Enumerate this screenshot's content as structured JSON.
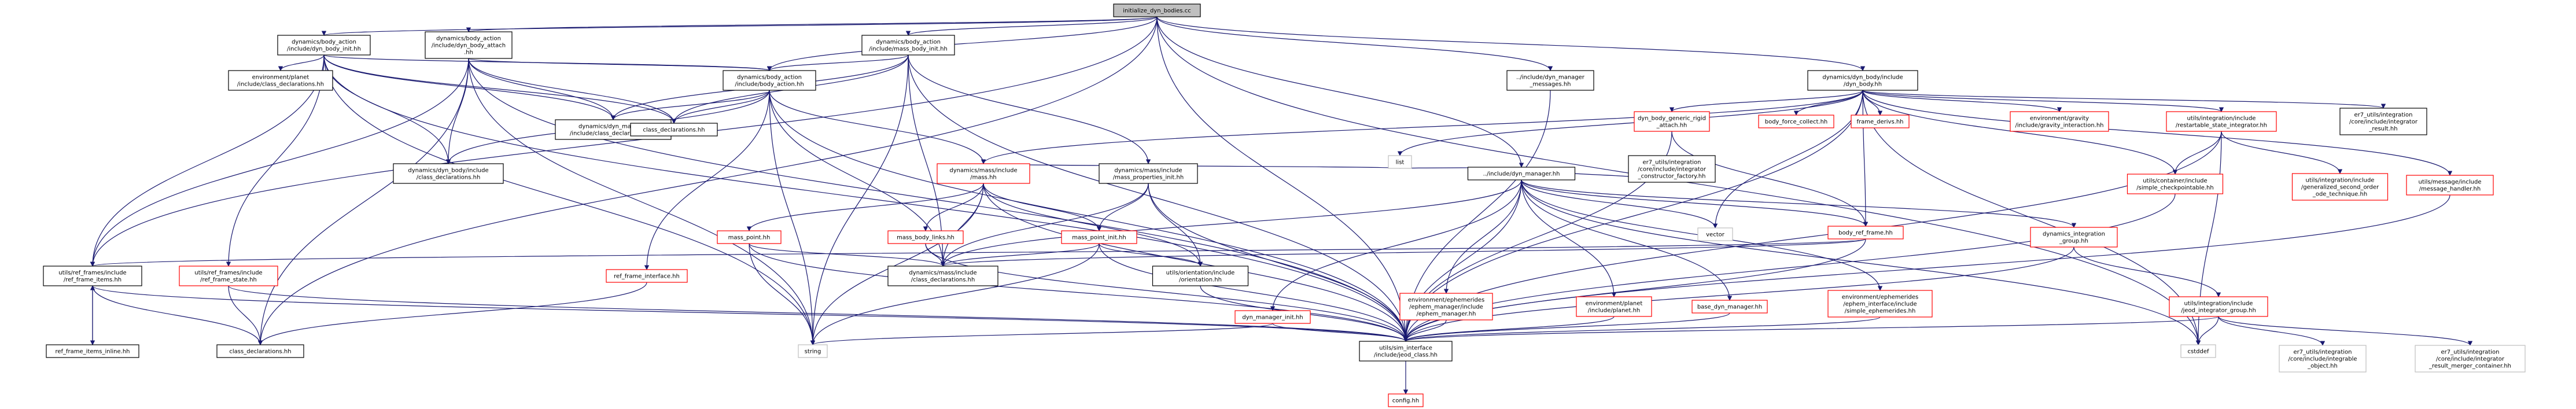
{
  "colors": {
    "edge": "#191970",
    "node_border_default": "#000000",
    "node_border_unresolved": "#bfbfbf",
    "node_border_documented": "#ff0000",
    "root_fill": "#bfbfbf",
    "text": "#000000"
  },
  "nodes": {
    "root": {
      "lines": [
        "initialize_dyn_bodies.cc"
      ],
      "kind": "root"
    },
    "dyn_body_init": {
      "lines": [
        "dynamics/body_action",
        "/include/dyn_body_init.hh"
      ],
      "kind": "plain"
    },
    "dyn_body_attach": {
      "lines": [
        "dynamics/body_action",
        "/include/dyn_body_attach",
        ".hh"
      ],
      "kind": "plain"
    },
    "mass_body_init": {
      "lines": [
        "dynamics/body_action",
        "/include/mass_body_init.hh"
      ],
      "kind": "plain"
    },
    "dyn_manager_messages": {
      "lines": [
        "../include/dyn_manager",
        "_messages.hh"
      ],
      "kind": "plain"
    },
    "dyn_body_hh": {
      "lines": [
        "dynamics/dyn_body/include",
        "/dyn_body.hh"
      ],
      "kind": "plain"
    },
    "env_planet_class_decl": {
      "lines": [
        "environment/planet",
        "/include/class_declarations.hh"
      ],
      "kind": "plain"
    },
    "body_action_hh": {
      "lines": [
        "dynamics/body_action",
        "/include/body_action.hh"
      ],
      "kind": "plain"
    },
    "dyn_manager_hh": {
      "lines": [
        "../include/dyn_manager.hh"
      ],
      "kind": "plain"
    },
    "dyn_manager_class_decl": {
      "lines": [
        "dynamics/dyn_manager",
        "/include/class_declarations.hh"
      ],
      "kind": "plain"
    },
    "class_declarations_hh": {
      "lines": [
        "class_declarations.hh"
      ],
      "kind": "plain"
    },
    "mass_hh": {
      "lines": [
        "dynamics/mass/include",
        "/mass.hh"
      ],
      "kind": "doc"
    },
    "mass_properties_init": {
      "lines": [
        "dynamics/mass/include",
        "/mass_properties_init.hh"
      ],
      "kind": "plain"
    },
    "list": {
      "lines": [
        "list"
      ],
      "kind": "ext"
    },
    "er7_constructor_factory": {
      "lines": [
        "er7_utils/integration",
        "/core/include/integrator",
        "_constructor_factory.hh"
      ],
      "kind": "plain"
    },
    "dyn_body_generic_rigid": {
      "lines": [
        "dyn_body_generic_rigid",
        "_attach.hh"
      ],
      "kind": "doc"
    },
    "body_force_collect": {
      "lines": [
        "body_force_collect.hh"
      ],
      "kind": "doc"
    },
    "frame_derivs": {
      "lines": [
        "frame_derivs.hh"
      ],
      "kind": "doc"
    },
    "env_gravity_interaction": {
      "lines": [
        "environment/gravity",
        "/include/gravity_interaction.hh"
      ],
      "kind": "doc"
    },
    "restartable_state_integrator": {
      "lines": [
        "utils/integration/include",
        "/restartable_state_integrator.hh"
      ],
      "kind": "doc"
    },
    "er7_integrator_result": {
      "lines": [
        "er7_utils/integration",
        "/core/include/integrator",
        "_result.hh"
      ],
      "kind": "plain"
    },
    "dyn_body_class_decl": {
      "lines": [
        "dynamics/dyn_body/include",
        "/class_declarations.hh"
      ],
      "kind": "plain"
    },
    "mass_point": {
      "lines": [
        "mass_point.hh"
      ],
      "kind": "doc"
    },
    "mass_body_links": {
      "lines": [
        "mass_body_links.hh"
      ],
      "kind": "doc"
    },
    "mass_point_init": {
      "lines": [
        "mass_point_init.hh"
      ],
      "kind": "doc"
    },
    "vector": {
      "lines": [
        "vector"
      ],
      "kind": "ext"
    },
    "body_ref_frame": {
      "lines": [
        "body_ref_frame.hh"
      ],
      "kind": "doc"
    },
    "dyn_integration_group": {
      "lines": [
        "dynamics_integration",
        "_group.hh"
      ],
      "kind": "doc"
    },
    "simple_checkpointable": {
      "lines": [
        "utils/container/include",
        "/simple_checkpointable.hh"
      ],
      "kind": "doc"
    },
    "generalized_second_order": {
      "lines": [
        "utils/integration/include",
        "/generalized_second_order",
        "_ode_technique.hh"
      ],
      "kind": "doc"
    },
    "message_handler": {
      "lines": [
        "utils/message/include",
        "/message_handler.hh"
      ],
      "kind": "doc"
    },
    "ref_frame_items": {
      "lines": [
        "utils/ref_frames/include",
        "/ref_frame_items.hh"
      ],
      "kind": "plain"
    },
    "ref_frame_state": {
      "lines": [
        "utils/ref_frames/include",
        "/ref_frame_state.hh"
      ],
      "kind": "doc"
    },
    "ref_frame_interface": {
      "lines": [
        "ref_frame_interface.hh"
      ],
      "kind": "doc"
    },
    "mass_class_decl": {
      "lines": [
        "dynamics/mass/include",
        "/class_declarations.hh"
      ],
      "kind": "plain"
    },
    "orientation": {
      "lines": [
        "utils/orientation/include",
        "/orientation.hh"
      ],
      "kind": "plain"
    },
    "dyn_manager_init": {
      "lines": [
        "dyn_manager_init.hh"
      ],
      "kind": "doc"
    },
    "ephem_manager": {
      "lines": [
        "environment/ephemerides",
        "/ephem_manager/include",
        "/ephem_manager.hh"
      ],
      "kind": "doc"
    },
    "env_planet_hh": {
      "lines": [
        "environment/planet",
        "/include/planet.hh"
      ],
      "kind": "doc"
    },
    "base_dyn_manager": {
      "lines": [
        "base_dyn_manager.hh"
      ],
      "kind": "doc"
    },
    "simple_ephemerides": {
      "lines": [
        "environment/ephemerides",
        "/ephem_interface/include",
        "/simple_ephemerides.hh"
      ],
      "kind": "doc"
    },
    "jeod_integrator_group": {
      "lines": [
        "utils/integration/include",
        "/jeod_integrator_group.hh"
      ],
      "kind": "doc"
    },
    "ref_frame_items_inline": {
      "lines": [
        "ref_frame_items_inline.hh"
      ],
      "kind": "plain"
    },
    "class_declarations_hh_2": {
      "lines": [
        "class_declarations.hh"
      ],
      "kind": "plain"
    },
    "string": {
      "lines": [
        "string"
      ],
      "kind": "ext"
    },
    "jeod_class": {
      "lines": [
        "utils/sim_interface",
        "/include/jeod_class.hh"
      ],
      "kind": "plain"
    },
    "cstddef": {
      "lines": [
        "cstddef"
      ],
      "kind": "ext"
    },
    "er7_integrable_object": {
      "lines": [
        "er7_utils/integration",
        "/core/include/integrable",
        "_object.hh"
      ],
      "kind": "ext"
    },
    "er7_result_merger": {
      "lines": [
        "er7_utils/integration",
        "/core/include/integrator",
        "_result_merger_container.hh"
      ],
      "kind": "ext"
    },
    "config": {
      "lines": [
        "config.hh"
      ],
      "kind": "doc"
    }
  },
  "edges": [
    [
      "root",
      "dyn_body_init"
    ],
    [
      "root",
      "dyn_body_attach"
    ],
    [
      "root",
      "mass_body_init"
    ],
    [
      "root",
      "dyn_manager_messages"
    ],
    [
      "root",
      "dyn_body_hh"
    ],
    [
      "root",
      "dyn_manager_hh"
    ],
    [
      "root",
      "body_action_hh"
    ],
    [
      "root",
      "ref_frame_items"
    ],
    [
      "root",
      "class_declarations_hh_2"
    ],
    [
      "root",
      "cstddef"
    ],
    [
      "root",
      "jeod_class"
    ],
    [
      "dyn_body_init",
      "env_planet_class_decl"
    ],
    [
      "dyn_body_init",
      "body_action_hh"
    ],
    [
      "dyn_body_init",
      "dyn_manager_class_decl"
    ],
    [
      "dyn_body_init",
      "class_declarations_hh"
    ],
    [
      "dyn_body_init",
      "dyn_body_class_decl"
    ],
    [
      "dyn_body_init",
      "ref_frame_items"
    ],
    [
      "dyn_body_init",
      "ref_frame_state"
    ],
    [
      "dyn_body_init",
      "jeod_class"
    ],
    [
      "dyn_body_init",
      "string"
    ],
    [
      "dyn_body_attach",
      "body_action_hh"
    ],
    [
      "dyn_body_attach",
      "dyn_manager_class_decl"
    ],
    [
      "dyn_body_attach",
      "class_declarations_hh"
    ],
    [
      "dyn_body_attach",
      "dyn_body_class_decl"
    ],
    [
      "dyn_body_attach",
      "ref_frame_items"
    ],
    [
      "dyn_body_attach",
      "class_declarations_hh_2"
    ],
    [
      "dyn_body_attach",
      "jeod_class"
    ],
    [
      "dyn_body_attach",
      "string"
    ],
    [
      "mass_body_init",
      "body_action_hh"
    ],
    [
      "mass_body_init",
      "mass_properties_init"
    ],
    [
      "mass_body_init",
      "dyn_manager_class_decl"
    ],
    [
      "mass_body_init",
      "class_declarations_hh"
    ],
    [
      "mass_body_init",
      "mass_class_decl"
    ],
    [
      "mass_body_init",
      "jeod_class"
    ],
    [
      "mass_body_init",
      "string"
    ],
    [
      "body_action_hh",
      "dyn_manager_class_decl"
    ],
    [
      "body_action_hh",
      "class_declarations_hh"
    ],
    [
      "body_action_hh",
      "mass_hh"
    ],
    [
      "body_action_hh",
      "dyn_body_class_decl"
    ],
    [
      "body_action_hh",
      "mass_class_decl"
    ],
    [
      "body_action_hh",
      "jeod_class"
    ],
    [
      "body_action_hh",
      "string"
    ],
    [
      "body_action_hh",
      "ref_frame_interface"
    ],
    [
      "dyn_manager_messages",
      "jeod_class"
    ],
    [
      "dyn_body_hh",
      "mass_hh"
    ],
    [
      "dyn_body_hh",
      "list"
    ],
    [
      "dyn_body_hh",
      "dyn_body_generic_rigid"
    ],
    [
      "dyn_body_hh",
      "body_force_collect"
    ],
    [
      "dyn_body_hh",
      "frame_derivs"
    ],
    [
      "dyn_body_hh",
      "env_gravity_interaction"
    ],
    [
      "dyn_body_hh",
      "restartable_state_integrator"
    ],
    [
      "dyn_body_hh",
      "er7_integrator_result"
    ],
    [
      "dyn_body_hh",
      "vector"
    ],
    [
      "dyn_body_hh",
      "body_ref_frame"
    ],
    [
      "dyn_body_hh",
      "simple_checkpointable"
    ],
    [
      "dyn_body_hh",
      "message_handler"
    ],
    [
      "dyn_body_hh",
      "jeod_class"
    ],
    [
      "dyn_body_hh",
      "cstddef"
    ],
    [
      "mass_hh",
      "mass_point"
    ],
    [
      "mass_hh",
      "mass_body_links"
    ],
    [
      "mass_hh",
      "mass_point_init"
    ],
    [
      "mass_hh",
      "mass_class_decl"
    ],
    [
      "mass_hh",
      "list"
    ],
    [
      "mass_hh",
      "jeod_class"
    ],
    [
      "mass_hh",
      "string"
    ],
    [
      "mass_hh",
      "orientation"
    ],
    [
      "mass_properties_init",
      "mass_point_init"
    ],
    [
      "mass_properties_init",
      "orientation"
    ],
    [
      "mass_properties_init",
      "mass_class_decl"
    ],
    [
      "mass_properties_init",
      "jeod_class"
    ],
    [
      "dyn_manager_hh",
      "list"
    ],
    [
      "dyn_manager_hh",
      "vector"
    ],
    [
      "dyn_manager_hh",
      "er7_constructor_factory"
    ],
    [
      "dyn_manager_hh",
      "body_ref_frame"
    ],
    [
      "dyn_manager_hh",
      "dyn_integration_group"
    ],
    [
      "dyn_manager_hh",
      "dyn_manager_init"
    ],
    [
      "dyn_manager_hh",
      "ephem_manager"
    ],
    [
      "dyn_manager_hh",
      "env_planet_hh"
    ],
    [
      "dyn_manager_hh",
      "base_dyn_manager"
    ],
    [
      "dyn_manager_hh",
      "simple_ephemerides"
    ],
    [
      "dyn_manager_hh",
      "mass_class_decl"
    ],
    [
      "dyn_manager_hh",
      "jeod_class"
    ],
    [
      "dyn_manager_hh",
      "cstddef"
    ],
    [
      "dyn_body_generic_rigid",
      "body_ref_frame"
    ],
    [
      "dyn_body_generic_rigid",
      "jeod_class"
    ],
    [
      "body_ref_frame",
      "ref_frame_items"
    ],
    [
      "body_ref_frame",
      "jeod_class"
    ],
    [
      "body_ref_frame",
      "mass_class_decl"
    ],
    [
      "restartable_state_integrator",
      "simple_checkpointable"
    ],
    [
      "restartable_state_integrator",
      "generalized_second_order"
    ],
    [
      "restartable_state_integrator",
      "jeod_class"
    ],
    [
      "restartable_state_integrator",
      "cstddef"
    ],
    [
      "dyn_integration_group",
      "jeod_integrator_group"
    ],
    [
      "dyn_integration_group",
      "jeod_class"
    ],
    [
      "jeod_integrator_group",
      "jeod_class"
    ],
    [
      "jeod_integrator_group",
      "cstddef"
    ],
    [
      "jeod_integrator_group",
      "er7_integrable_object"
    ],
    [
      "jeod_integrator_group",
      "er7_result_merger"
    ],
    [
      "mass_point",
      "mass_class_decl"
    ],
    [
      "mass_point",
      "jeod_class"
    ],
    [
      "mass_point",
      "string"
    ],
    [
      "mass_body_links",
      "mass_class_decl"
    ],
    [
      "mass_body_links",
      "jeod_class"
    ],
    [
      "mass_point_init",
      "mass_class_decl"
    ],
    [
      "mass_point_init",
      "orientation"
    ],
    [
      "mass_point_init",
      "jeod_class"
    ],
    [
      "mass_point_init",
      "string"
    ],
    [
      "ref_frame_items",
      "ref_frame_items_inline"
    ],
    [
      "ref_frame_items",
      "class_declarations_hh_2"
    ],
    [
      "ref_frame_items",
      "jeod_class"
    ],
    [
      "ref_frame_items_inline",
      "ref_frame_items"
    ],
    [
      "ref_frame_state",
      "class_declarations_hh_2"
    ],
    [
      "ref_frame_state",
      "jeod_class"
    ],
    [
      "ref_frame_interface",
      "class_declarations_hh_2"
    ],
    [
      "orientation",
      "jeod_class"
    ],
    [
      "dyn_manager_init",
      "jeod_class"
    ],
    [
      "dyn_manager_init",
      "string"
    ],
    [
      "ephem_manager",
      "jeod_class"
    ],
    [
      "env_planet_hh",
      "jeod_class"
    ],
    [
      "base_dyn_manager",
      "jeod_class"
    ],
    [
      "simple_ephemerides",
      "jeod_class"
    ],
    [
      "simple_checkpointable",
      "jeod_class"
    ],
    [
      "message_handler",
      "jeod_class"
    ],
    [
      "jeod_class",
      "config"
    ]
  ]
}
